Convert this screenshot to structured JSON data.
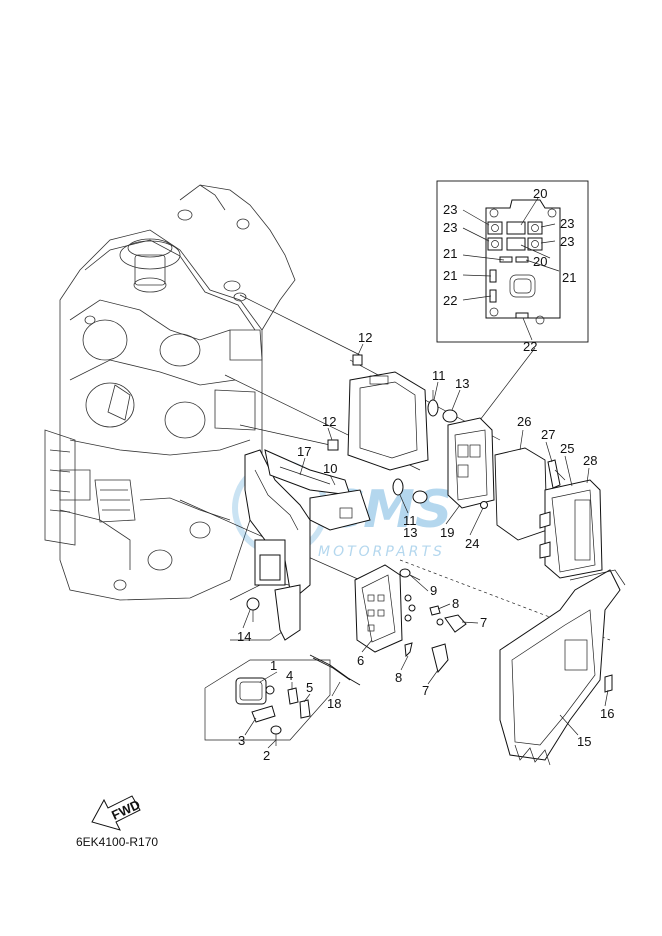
{
  "diagram": {
    "code": "6EK4100-R170",
    "fwd_label": "FWD",
    "watermark": {
      "brand": "CMS",
      "sub": "MOTORPARTS"
    },
    "callouts": [
      "1",
      "2",
      "3",
      "4",
      "5",
      "6",
      "7",
      "7",
      "8",
      "8",
      "9",
      "10",
      "11",
      "11",
      "12",
      "12",
      "13",
      "13",
      "14",
      "15",
      "16",
      "17",
      "18",
      "19",
      "20",
      "20",
      "21",
      "21",
      "21",
      "22",
      "22",
      "23",
      "23",
      "23",
      "23",
      "24",
      "25",
      "26",
      "27",
      "28"
    ]
  }
}
